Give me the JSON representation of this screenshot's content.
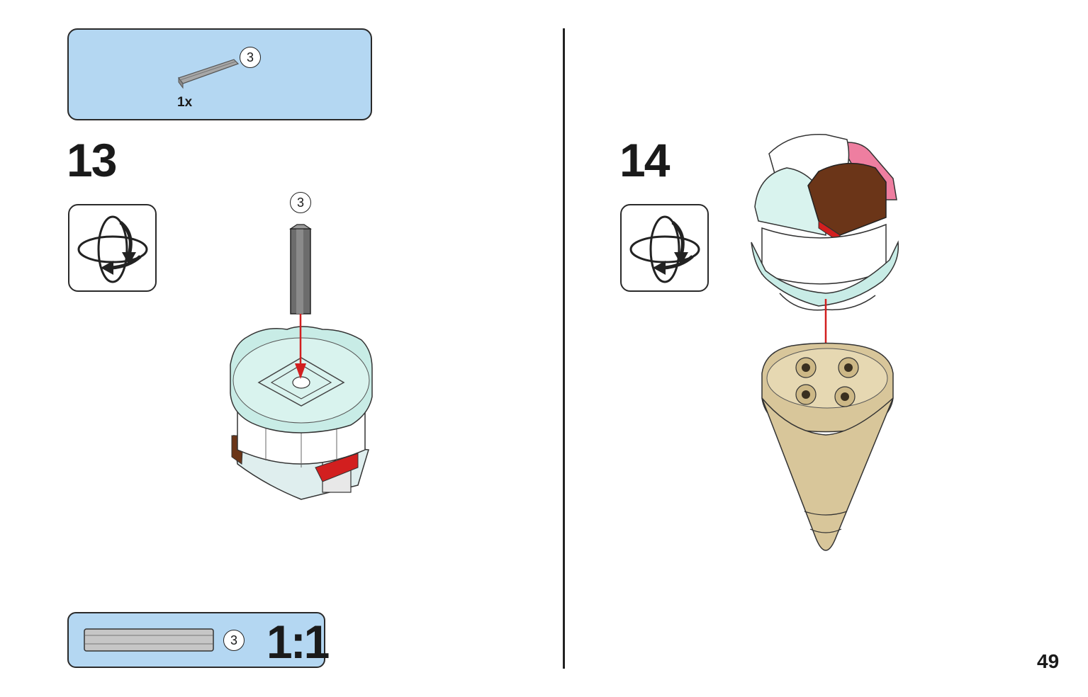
{
  "parts_list": {
    "quantity": "1x",
    "part_size": "3",
    "part_color": "#9a9a9a"
  },
  "step_13": {
    "number": "13",
    "part_size": "3",
    "icon": "rotate-model-icon"
  },
  "step_14": {
    "number": "14",
    "icon": "rotate-model-icon"
  },
  "scale_reference": {
    "part_size": "3",
    "scale_label": "1:1"
  },
  "page": {
    "number": "49"
  },
  "colors": {
    "callout_blue": "#b4d7f2",
    "arrow_red": "#d21f1f",
    "translucent_aqua": "#c8ece6",
    "tan": "#d8c69a",
    "brown": "#6b3518",
    "pink": "#ee7ea0"
  }
}
